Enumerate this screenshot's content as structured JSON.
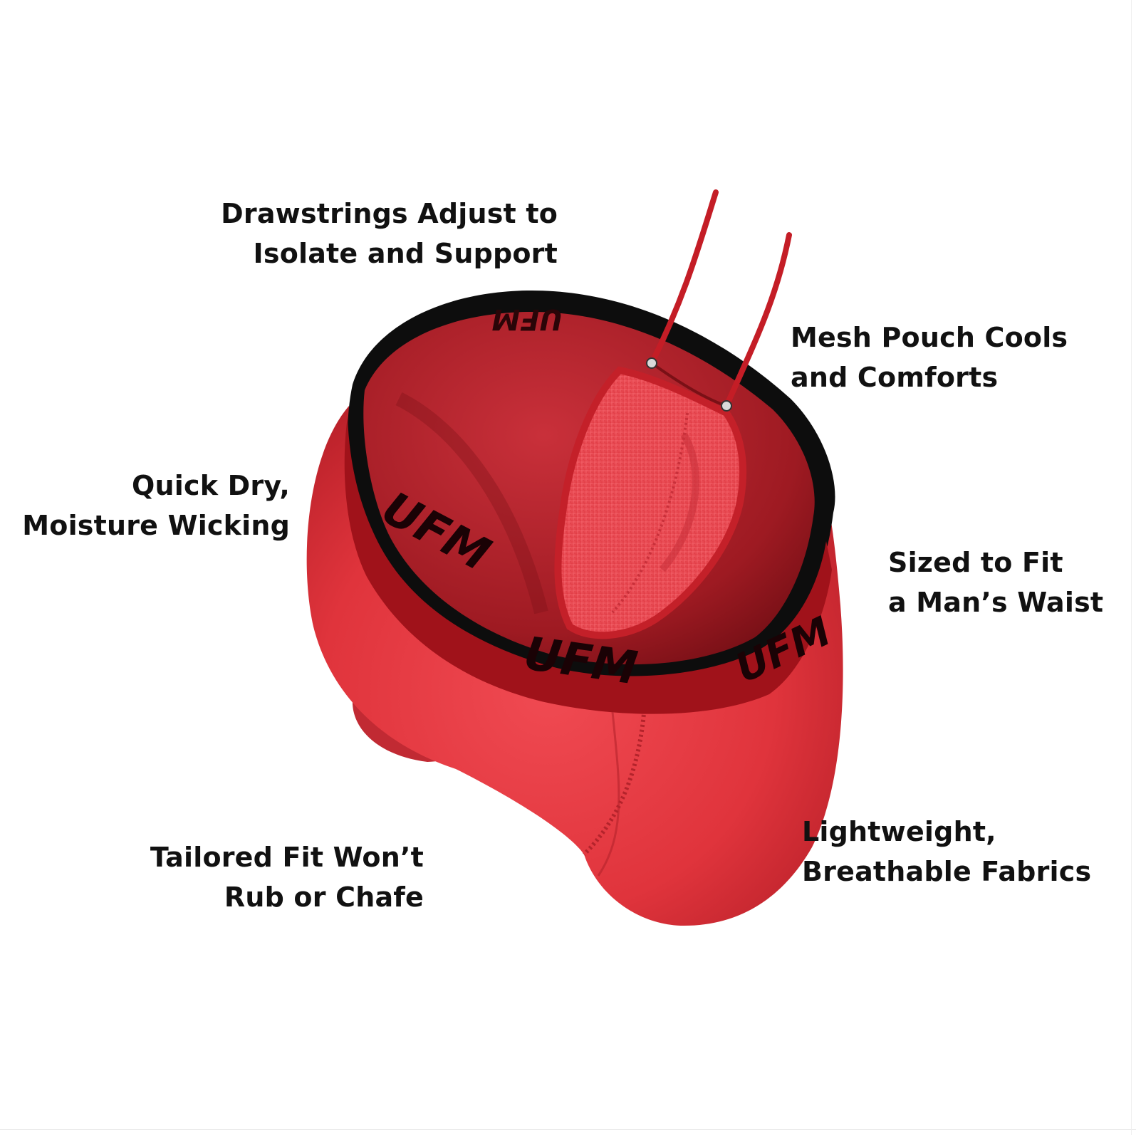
{
  "features": {
    "drawstrings": {
      "line1": "Drawstrings Adjust to",
      "line2": "Isolate and Support"
    },
    "mesh_pouch": {
      "line1": "Mesh Pouch Cools",
      "line2": "and Comforts"
    },
    "quick_dry": {
      "line1": "Quick Dry,",
      "line2": "Moisture Wicking"
    },
    "sized": {
      "line1": "Sized to Fit",
      "line2": "a Man’s Waist"
    },
    "tailored": {
      "line1": "Tailored Fit Won’t",
      "line2": "Rub or Chafe"
    },
    "lightweight": {
      "line1": "Lightweight,",
      "line2": "Breathable Fabrics"
    }
  },
  "product": {
    "waistband_logo": "UFM",
    "colors": {
      "fabric": "#e8363f",
      "fabric_shadow": "#b8222b",
      "waistband": "#a0121a",
      "waistband_dark": "#6a0a0f",
      "edge": "#0d0d0d",
      "mesh": "#f0525a"
    }
  }
}
